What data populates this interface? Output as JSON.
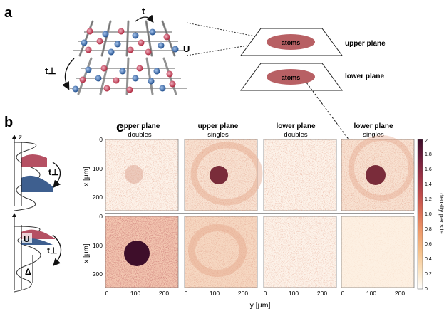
{
  "panel_labels": {
    "a": "a",
    "b": "b",
    "c": "c"
  },
  "panel_a": {
    "tunnel_t": "t",
    "interaction_U": "U",
    "tunnel_perp": "t⊥",
    "atoms_upper": "atoms",
    "atoms_lower": "atoms",
    "upper_plane": "upper plane",
    "lower_plane": "lower plane"
  },
  "panel_b": {
    "z_axis": "z",
    "t_perp_top": "t⊥",
    "U": "U",
    "t_perp_bottom": "t⊥",
    "delta": "Δ"
  },
  "panel_c": {
    "columns": [
      {
        "title": "upper plane",
        "subtitle": "doubles"
      },
      {
        "title": "upper plane",
        "subtitle": "singles"
      },
      {
        "title": "lower plane",
        "subtitle": "doubles"
      },
      {
        "title": "lower plane",
        "subtitle": "singles"
      }
    ],
    "x_axis_ticks": [
      "0",
      "100",
      "200"
    ],
    "y_axis_ticks": [
      "0",
      "100",
      "200"
    ],
    "xlabel": "y [μm]",
    "ylabel": "x [μm]",
    "colorbar": {
      "label": "density per site",
      "ticks": [
        "0",
        "0.2",
        "0.4",
        "0.6",
        "0.8",
        "1.0",
        "1.2",
        "1.4",
        "1.6",
        "1.8",
        "2"
      ],
      "colors": [
        "#ffffff",
        "#fbe3c0",
        "#f5c08a",
        "#ee9c6c",
        "#dd7458",
        "#c24e4c",
        "#9c3346",
        "#6e1e3c",
        "#3e0e2a"
      ]
    }
  }
}
